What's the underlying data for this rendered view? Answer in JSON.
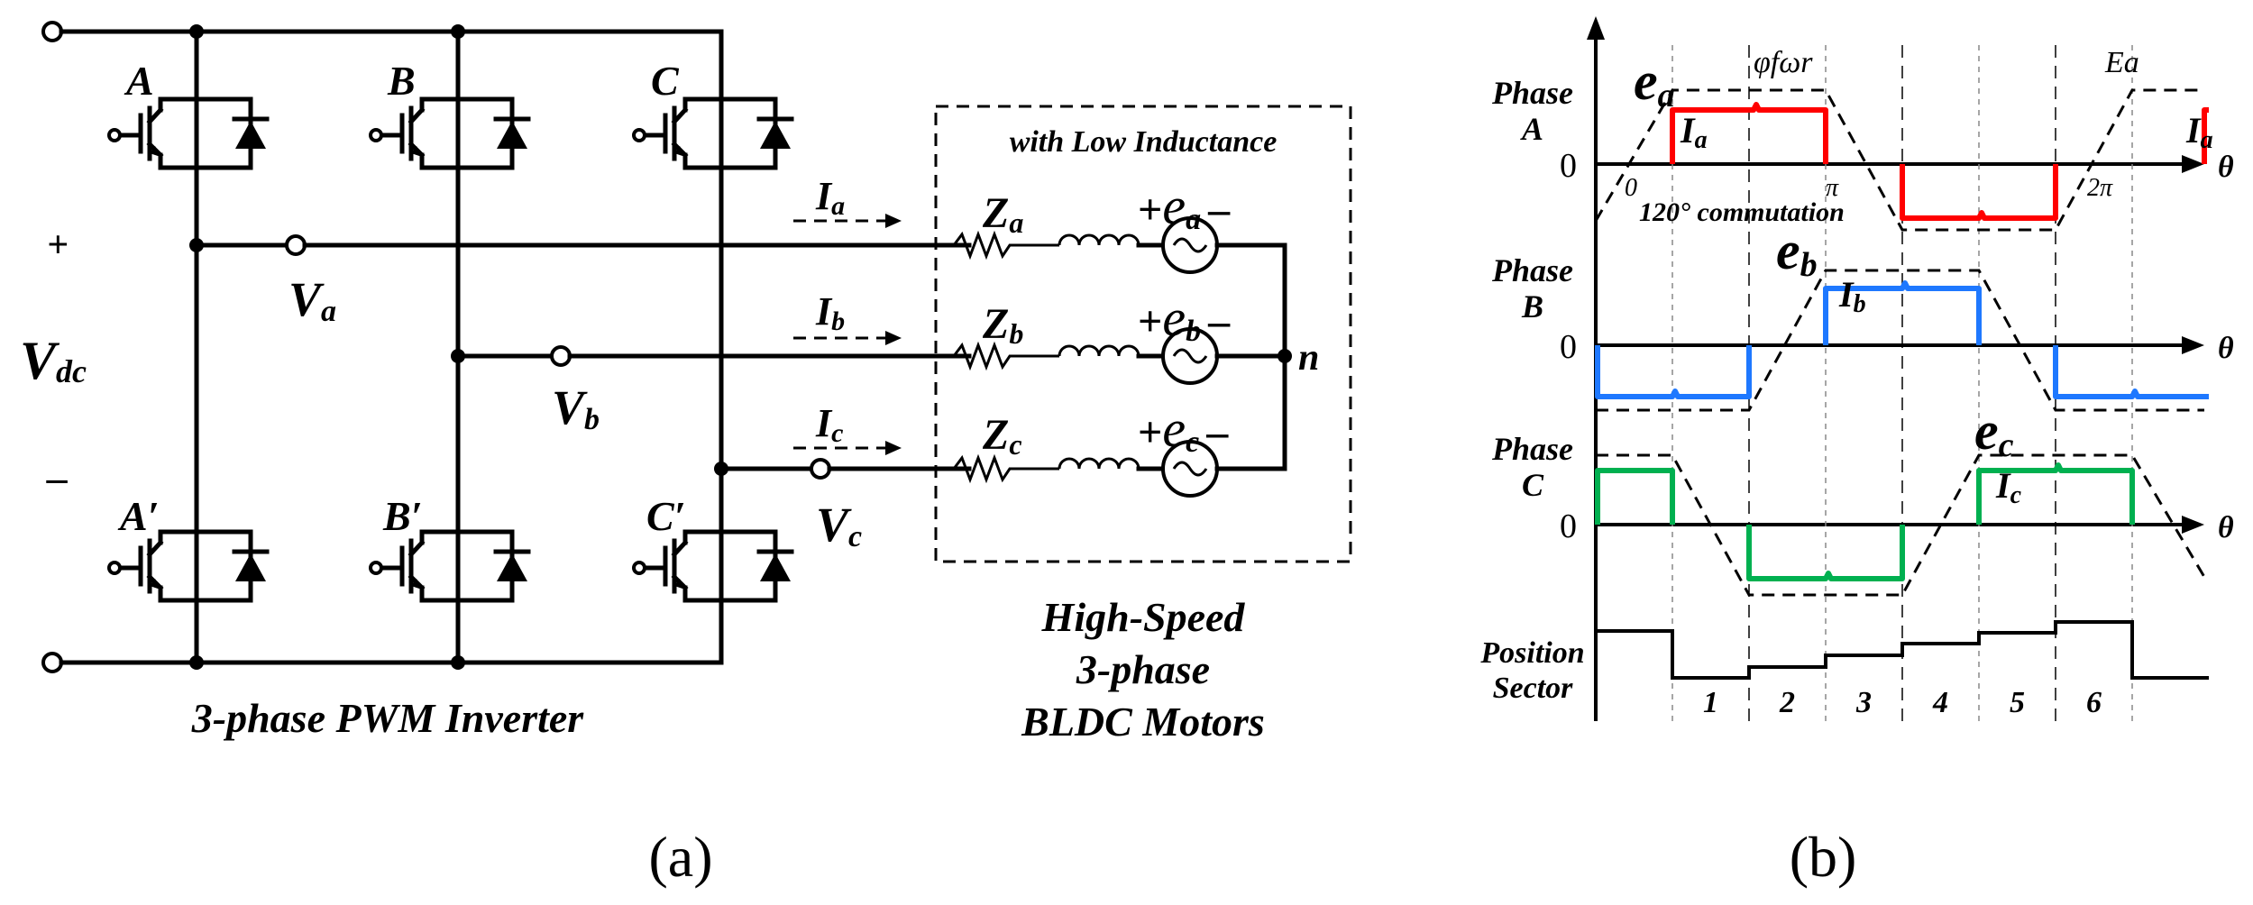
{
  "panel_a": {
    "caption": "(a)",
    "switches": [
      "A",
      "B",
      "C",
      "A′",
      "B′",
      "C′"
    ],
    "dc_plus": "+",
    "dc_minus": "–",
    "vdc": "V",
    "vdc_sub": "dc",
    "phase_voltages": [
      {
        "main": "V",
        "sub": "a"
      },
      {
        "main": "V",
        "sub": "b"
      },
      {
        "main": "V",
        "sub": "c"
      }
    ],
    "currents": [
      {
        "main": "I",
        "sub": "a"
      },
      {
        "main": "I",
        "sub": "b"
      },
      {
        "main": "I",
        "sub": "c"
      }
    ],
    "impedances": [
      {
        "main": "Z",
        "sub": "a"
      },
      {
        "main": "Z",
        "sub": "b"
      },
      {
        "main": "Z",
        "sub": "c"
      }
    ],
    "emfs": [
      {
        "plus": "+",
        "main": "e",
        "sub": "a",
        "minus": "–"
      },
      {
        "plus": "+",
        "main": "e",
        "sub": "b",
        "minus": "–"
      },
      {
        "plus": "+",
        "main": "e",
        "sub": "c",
        "minus": "–"
      }
    ],
    "neutral": "n",
    "box_label": "with Low Inductance",
    "inverter_label": "3-phase PWM Inverter",
    "motor_label": [
      "High-Speed",
      "3-phase",
      "BLDC Motors"
    ]
  },
  "panel_b": {
    "caption": "(b)",
    "phase_a_label": [
      "Phase",
      "A"
    ],
    "phase_b_label": [
      "Phase",
      "B"
    ],
    "phase_c_label": [
      "Phase",
      "C"
    ],
    "zero": "0",
    "theta": "θ",
    "ea": {
      "main": "e",
      "sub": "a"
    },
    "eb": {
      "main": "e",
      "sub": "b"
    },
    "ec": {
      "main": "e",
      "sub": "c"
    },
    "ia": {
      "main": "I",
      "sub": "a"
    },
    "ib": {
      "main": "I",
      "sub": "b"
    },
    "ic": {
      "main": "I",
      "sub": "c"
    },
    "flux_label": "φfωr",
    "Ea_label": "Ea",
    "tick_0": "0",
    "tick_pi": "π",
    "tick_2pi": "2π",
    "commutation": "120° commutation",
    "position_label": [
      "Position",
      "Sector"
    ],
    "sectors": [
      "1",
      "2",
      "3",
      "4",
      "5",
      "6"
    ],
    "colors": {
      "phase_a": "#ff0000",
      "phase_b": "#1e78ff",
      "phase_c": "#00b050"
    }
  }
}
